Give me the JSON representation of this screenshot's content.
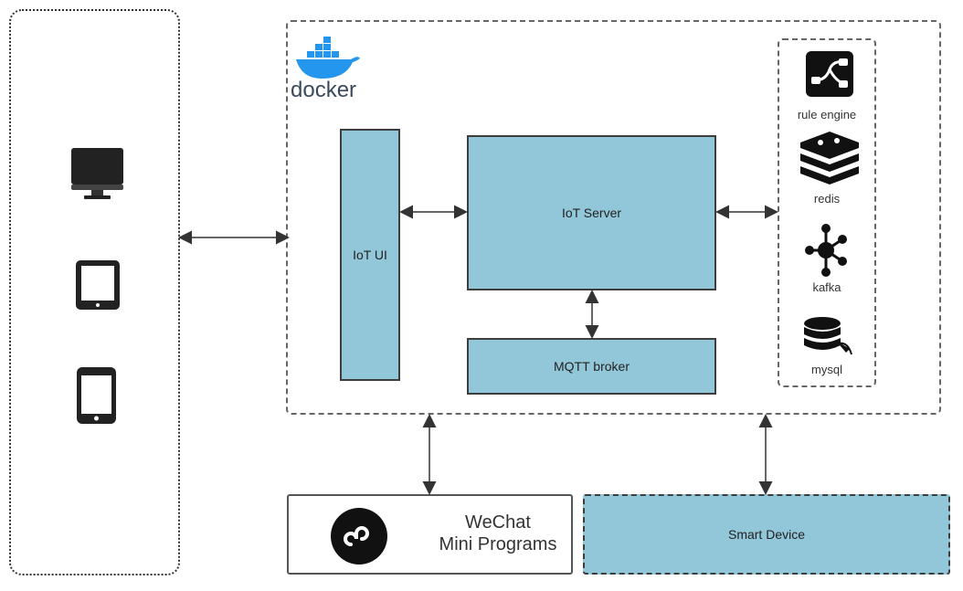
{
  "docker": {
    "logo_text": "docker"
  },
  "boxes": {
    "iot_ui": "IoT UI",
    "iot_server": "IoT Server",
    "mqtt_broker": "MQTT broker",
    "smart_device": "Smart Device"
  },
  "wechat": {
    "line1": "WeChat",
    "line2": "Mini Programs"
  },
  "services": [
    {
      "label": "rule engine",
      "icon": "rule-engine-icon"
    },
    {
      "label": "redis",
      "icon": "redis-icon"
    },
    {
      "label": "kafka",
      "icon": "kafka-icon"
    },
    {
      "label": "mysql",
      "icon": "mysql-icon"
    }
  ],
  "clients": [
    {
      "icon": "desktop-icon"
    },
    {
      "icon": "tablet-icon"
    },
    {
      "icon": "phone-icon"
    }
  ],
  "colors": {
    "box_fill": "#92c6d9",
    "docker_blue": "#2496ed",
    "border": "#3d3d3d"
  }
}
